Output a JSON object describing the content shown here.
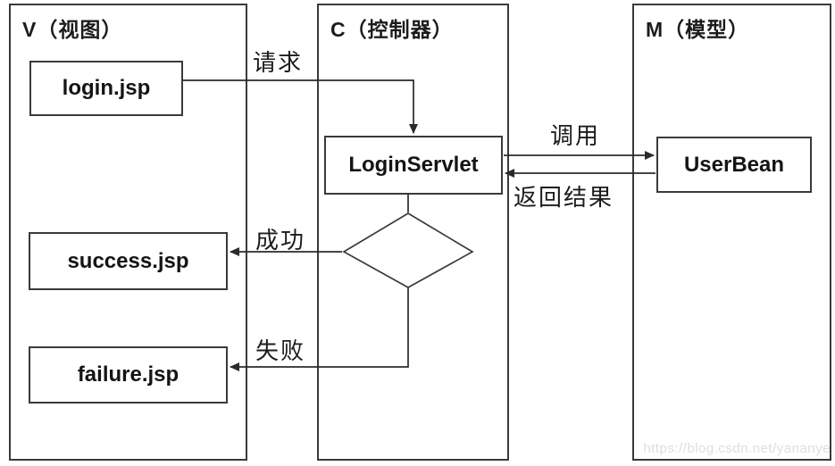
{
  "diagram": {
    "panels": [
      {
        "name": "view",
        "label": "V（视图）"
      },
      {
        "name": "controller",
        "label": "C（控制器）"
      },
      {
        "name": "model",
        "label": "M（模型）"
      }
    ],
    "nodes": [
      {
        "name": "login-jsp",
        "label": "login.jsp"
      },
      {
        "name": "login-servlet",
        "label": "LoginServlet"
      },
      {
        "name": "user-bean",
        "label": "UserBean"
      },
      {
        "name": "success-jsp",
        "label": "success.jsp"
      },
      {
        "name": "failure-jsp",
        "label": "failure.jsp"
      }
    ],
    "edges": [
      {
        "name": "request",
        "label": "请求",
        "from": "login.jsp",
        "to": "LoginServlet"
      },
      {
        "name": "call",
        "label": "调用",
        "from": "LoginServlet",
        "to": "UserBean"
      },
      {
        "name": "return-result",
        "label": "返回结果",
        "from": "UserBean",
        "to": "LoginServlet"
      },
      {
        "name": "success",
        "label": "成功",
        "from": "decision",
        "to": "success.jsp"
      },
      {
        "name": "failure",
        "label": "失败",
        "from": "decision",
        "to": "failure.jsp"
      }
    ],
    "watermark": "https://blog.csdn.net/yananye",
    "colors": {
      "line": "#2b2b2b",
      "border": "#3a3a3a",
      "background": "#ffffff",
      "watermark": "#dedede"
    }
  }
}
